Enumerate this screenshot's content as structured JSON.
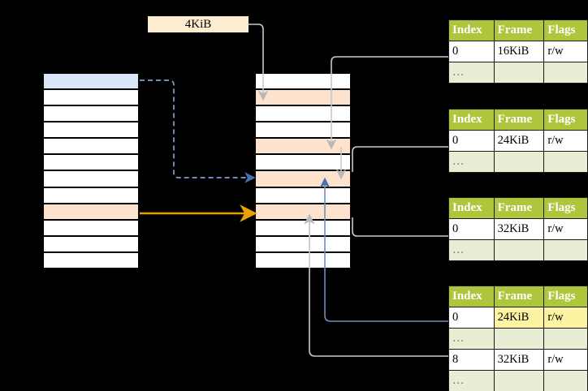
{
  "diagram": {
    "title": "",
    "size_label": {
      "text": "4KiB"
    },
    "colors": {
      "header_green": "#aec63c",
      "alt_row": "#e8eed3",
      "highlight_yellow": "#fcf4a3",
      "peach": "#fde3cd",
      "light_blue": "#dae5f7",
      "orange_arrow": "#e8a200",
      "blue_arrow": "#5b7fb9",
      "gray_arrow": "#b3b3b3"
    },
    "virtual_column": {
      "name": "virtual-address-space",
      "rows": [
        {
          "fill": "blue"
        },
        {
          "fill": "white"
        },
        {
          "fill": "white"
        },
        {
          "fill": "white"
        },
        {
          "fill": "white"
        },
        {
          "fill": "white"
        },
        {
          "fill": "white"
        },
        {
          "fill": "white"
        },
        {
          "fill": "peach"
        },
        {
          "fill": "white"
        },
        {
          "fill": "white"
        },
        {
          "fill": "white"
        }
      ]
    },
    "physical_column": {
      "name": "physical-memory",
      "rows": [
        {
          "fill": "white"
        },
        {
          "fill": "peach"
        },
        {
          "fill": "white"
        },
        {
          "fill": "white"
        },
        {
          "fill": "peach"
        },
        {
          "fill": "white"
        },
        {
          "fill": "peach"
        },
        {
          "fill": "white"
        },
        {
          "fill": "peach"
        },
        {
          "fill": "white"
        },
        {
          "fill": "white"
        },
        {
          "fill": "white"
        }
      ]
    },
    "page_tables": [
      {
        "name": "page-table-1",
        "columns": [
          "Index",
          "Frame",
          "Flags"
        ],
        "rows": [
          {
            "cells": [
              "0",
              "16KiB",
              "r/w"
            ],
            "style": "normal",
            "highlight": []
          },
          {
            "cells": [
              "…",
              "",
              ""
            ],
            "style": "alt",
            "highlight": []
          }
        ]
      },
      {
        "name": "page-table-2",
        "columns": [
          "Index",
          "Frame",
          "Flags"
        ],
        "rows": [
          {
            "cells": [
              "0",
              "24KiB",
              "r/w"
            ],
            "style": "normal",
            "highlight": []
          },
          {
            "cells": [
              "…",
              "",
              ""
            ],
            "style": "alt",
            "highlight": []
          }
        ]
      },
      {
        "name": "page-table-3",
        "columns": [
          "Index",
          "Frame",
          "Flags"
        ],
        "rows": [
          {
            "cells": [
              "0",
              "32KiB",
              "r/w"
            ],
            "style": "normal",
            "highlight": []
          },
          {
            "cells": [
              "…",
              "",
              ""
            ],
            "style": "alt",
            "highlight": []
          }
        ]
      },
      {
        "name": "page-table-4",
        "columns": [
          "Index",
          "Frame",
          "Flags"
        ],
        "rows": [
          {
            "cells": [
              "0",
              "24KiB",
              "r/w"
            ],
            "style": "normal",
            "highlight": [
              1,
              2
            ]
          },
          {
            "cells": [
              "…",
              "",
              ""
            ],
            "style": "alt",
            "highlight": []
          },
          {
            "cells": [
              "8",
              "32KiB",
              "r/w"
            ],
            "style": "normal",
            "highlight": []
          },
          {
            "cells": [
              "…",
              "",
              ""
            ],
            "style": "alt",
            "highlight": []
          }
        ]
      }
    ]
  }
}
